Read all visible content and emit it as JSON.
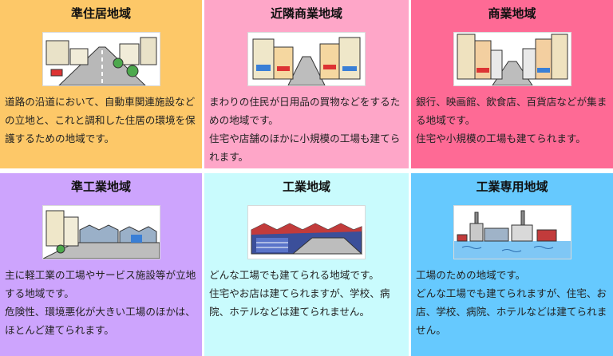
{
  "zones": [
    {
      "title": "準住居地域",
      "bg": "#fdc868",
      "paragraphs": [
        "道路の沿道において、自動車関連施設などの立地と、これと調和した住居の環境を保護するための地域です。"
      ],
      "icon": "roadside-street-icon"
    },
    {
      "title": "近隣商業地域",
      "bg": "#fea6c8",
      "paragraphs": [
        "まわりの住民が日用品の買物などをするための地域です。",
        "住宅や店舗のほかに小規模の工場も建てられます。"
      ],
      "icon": "neighborhood-shops-icon"
    },
    {
      "title": "商業地域",
      "bg": "#fe6a95",
      "paragraphs": [
        "銀行、映画館、飲食店、百貨店などが集まる地域です。",
        "住宅や小規模の工場も建てられます。"
      ],
      "icon": "commercial-buildings-icon"
    },
    {
      "title": "準工業地域",
      "bg": "#cda4fd",
      "paragraphs": [
        "主に軽工業の工場やサービス施設等が立地する地域です。",
        "危険性、環境悪化が大きい工場のほかは、ほとんど建てられます。"
      ],
      "icon": "light-industry-icon"
    },
    {
      "title": "工業地域",
      "bg": "#c9fbfd",
      "paragraphs": [
        "どんな工場でも建てられる地域です。",
        "住宅やお店は建てられますが、学校、病院、ホテルなどは建てられません。"
      ],
      "icon": "factory-icon"
    },
    {
      "title": "工業専用地域",
      "bg": "#66c9fe",
      "paragraphs": [
        "工場のための地域です。",
        "どんな工場でも建てられますが、住宅、お店、学校、病院、ホテルなどは建てられません。"
      ],
      "icon": "industrial-port-icon"
    }
  ]
}
